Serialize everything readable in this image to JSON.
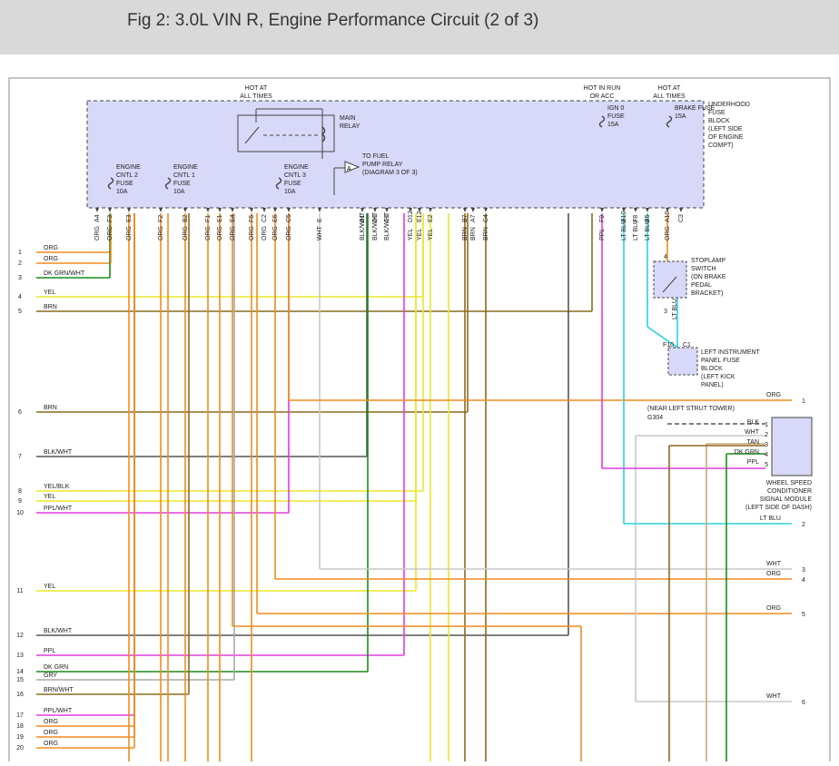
{
  "header": {
    "title": "Fig 2: 3.0L VIN R, Engine Performance Circuit (2 of 3)"
  },
  "colors": {
    "ORG": "#f08c1e",
    "DK GRN": "#1a8a1a",
    "YEL": "#e8e82a",
    "BRN": "#8a6a1e",
    "BLK": "#555555",
    "WHT": "#c8c8c8",
    "PPL": "#e43be0",
    "LT BLU": "#2ad0e0",
    "GRY": "#a8a8a8",
    "TAN": "#c8a878",
    "fuse_block_fill": "#d8d8f8"
  },
  "fuse_block": {
    "hot_all_times_1": "HOT AT ALL TIMES",
    "hot_run_acc": "HOT IN RUN OR ACC",
    "hot_all_times_2": "HOT AT ALL TIMES",
    "name": "UNDERHOOD FUSE BLOCK (LEFT SIDE OF ENGINE COMPT)",
    "main_relay": "MAIN RELAY",
    "fuel_pump": "TO FUEL PUMP RELAY (DIAGRAM 3 OF 3)",
    "fuel_pump_ref": "A",
    "fuses": [
      {
        "label": "ENGINE CNTL 2 FUSE 10A"
      },
      {
        "label": "ENGINE CNTL 1 FUSE 10A"
      },
      {
        "label": "ENGINE CNTL 3 FUSE 10A"
      },
      {
        "label": "IGN 0 FUSE 15A"
      },
      {
        "label": "BRAKE FUSE 15A"
      }
    ]
  },
  "pins": [
    {
      "pin": "A4",
      "wire": "ORG"
    },
    {
      "pin": "F3",
      "wire": "ORG"
    },
    {
      "pin": "E3",
      "wire": "ORG"
    },
    {
      "pin": "F2",
      "wire": "ORG"
    },
    {
      "pin": "B2",
      "wire": "ORG"
    },
    {
      "pin": "F1",
      "wire": "ORG"
    },
    {
      "pin": "E1",
      "wire": "ORG"
    },
    {
      "pin": "E4",
      "wire": "ORG"
    },
    {
      "pin": "F6",
      "wire": "ORG"
    },
    {
      "pin": "C2",
      "wire": "ORG"
    },
    {
      "pin": "E6",
      "wire": "ORG"
    },
    {
      "pin": "C5",
      "wire": "ORG"
    },
    {
      "pin": "E",
      "wire": "WHT"
    },
    {
      "pin": "B1",
      "wire": "BLK/WHT"
    },
    {
      "pin": "D1",
      "wire": "BLK/WHT"
    },
    {
      "pin": "C1",
      "wire": "BLK/WHT"
    },
    {
      "pin": "D12",
      "wire": "YEL"
    },
    {
      "pin": "E12",
      "wire": "YEL"
    },
    {
      "pin": "E2",
      "wire": "YEL"
    },
    {
      "pin": "B7",
      "wire": "BRN"
    },
    {
      "pin": "A7",
      "wire": "BRN"
    },
    {
      "pin": "C4",
      "wire": "BRN"
    },
    {
      "pin": "F9",
      "wire": "PPL"
    },
    {
      "pin": "B10",
      "wire": "LT BLU"
    },
    {
      "pin": "F8",
      "wire": "LT BLU"
    },
    {
      "pin": "B5",
      "wire": "LT BLU"
    },
    {
      "pin": "A10",
      "wire": "ORG"
    },
    {
      "pin": "C3",
      "wire": ""
    }
  ],
  "left_terminals": [
    {
      "num": "1",
      "wire": "ORG"
    },
    {
      "num": "2",
      "wire": "ORG"
    },
    {
      "num": "3",
      "wire": "DK GRN/WHT"
    },
    {
      "num": "4",
      "wire": "YEL"
    },
    {
      "num": "5",
      "wire": "BRN"
    },
    {
      "num": "6",
      "wire": "BRN"
    },
    {
      "num": "7",
      "wire": "BLK/WHT"
    },
    {
      "num": "8",
      "wire": "YEL/BLK"
    },
    {
      "num": "9",
      "wire": "YEL"
    },
    {
      "num": "10",
      "wire": "PPL/WHT"
    },
    {
      "num": "11",
      "wire": "YEL"
    },
    {
      "num": "12",
      "wire": "BLK/WHT"
    },
    {
      "num": "13",
      "wire": "PPL"
    },
    {
      "num": "14",
      "wire": "DK GRN"
    },
    {
      "num": "15",
      "wire": "GRY"
    },
    {
      "num": "16",
      "wire": "BRN/WHT"
    },
    {
      "num": "17",
      "wire": "PPL/WHT"
    },
    {
      "num": "18",
      "wire": "ORG"
    },
    {
      "num": "19",
      "wire": "ORG"
    },
    {
      "num": "20",
      "wire": "ORG"
    }
  ],
  "right_terminals": [
    {
      "num": "1",
      "wire": "ORG"
    },
    {
      "num": "2",
      "wire": "LT BLU"
    },
    {
      "num": "3",
      "wire": "WHT"
    },
    {
      "num": "4",
      "wire": "ORG"
    },
    {
      "num": "5",
      "wire": "ORG"
    },
    {
      "num": "6",
      "wire": "WHT"
    }
  ],
  "stoplamp": {
    "label": "STOPLAMP SWITCH (ON BRAKE PEDAL BRACKET)",
    "pin_top": "4",
    "pin_bottom": "3",
    "wire": "LT BLU"
  },
  "left_fuse_block": {
    "label": "LEFT INSTRUMENT PANEL FUSE BLOCK (LEFT KICK PANEL)",
    "pin_a": "F10",
    "pin_b": "C1"
  },
  "ground": {
    "label": "(NEAR LEFT STRUT TOWER)",
    "id": "G304"
  },
  "module": {
    "label": "WHEEL SPEED CONDITIONER SIGNAL MODULE (LEFT SIDE OF DASH)",
    "pins": [
      {
        "num": "1",
        "wire": "BLK"
      },
      {
        "num": "2",
        "wire": "WHT"
      },
      {
        "num": "3",
        "wire": "TAN"
      },
      {
        "num": "4",
        "wire": "DK GRN"
      },
      {
        "num": "5",
        "wire": "PPL"
      }
    ]
  }
}
